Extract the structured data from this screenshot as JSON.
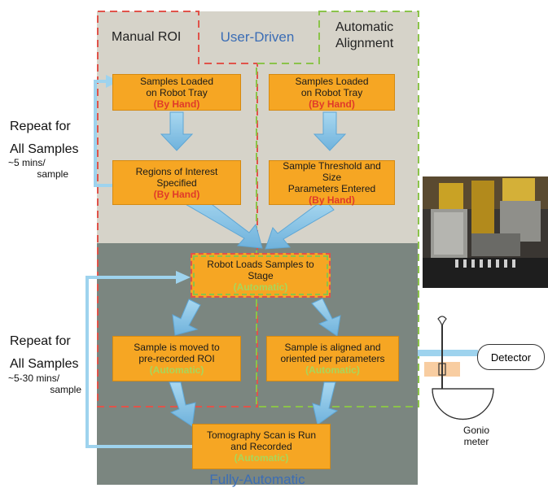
{
  "regions": {
    "manual": "Manual ROI",
    "user_driven": "User-Driven",
    "automatic": [
      "Automatic",
      "Alignment"
    ],
    "fully_automatic": "Fully-Automatic"
  },
  "side_labels": {
    "top": {
      "line1": "Repeat for",
      "line2": "All Samples",
      "time1": "~5 mins/",
      "time2": "sample"
    },
    "bottom": {
      "line1": "Repeat for",
      "line2": "All Samples",
      "time1": "~5-30 mins/",
      "time2": "sample"
    }
  },
  "boxes": {
    "load_manual": {
      "lines": [
        "Samples Loaded",
        "on Robot Tray"
      ],
      "tag": "(By Hand)"
    },
    "load_auto": {
      "lines": [
        "Samples Loaded",
        "on Robot Tray"
      ],
      "tag": "(By Hand)"
    },
    "roi_specified": {
      "lines": [
        "Regions of Interest",
        "Specified"
      ],
      "tag": "(By Hand)"
    },
    "threshold": {
      "lines": [
        "Sample Threshold and Size",
        "Parameters Entered"
      ],
      "tag": "(By Hand)"
    },
    "robot_loads": {
      "lines": [
        "Robot Loads Samples to",
        "Stage"
      ],
      "tag": "(Automatic)"
    },
    "moved_roi": {
      "lines": [
        "Sample is moved to",
        "pre-recorded ROI"
      ],
      "tag": "(Automatic)"
    },
    "aligned": {
      "lines": [
        "Sample is aligned and",
        "oriented per parameters"
      ],
      "tag": "(Automatic)"
    },
    "scan": {
      "lines": [
        "Tomography Scan is Run",
        "and Recorded"
      ],
      "tag": "(Automatic)"
    }
  },
  "apparatus": {
    "detector": "Detector",
    "gonio": [
      "Gonio",
      "meter"
    ]
  },
  "colors": {
    "box": "#f6a623",
    "by_hand": "#e03a2a",
    "automatic": "#a9d65a",
    "user_bg": "#d6d3c9",
    "auto_bg": "#7b8680",
    "arrow": "#8fc7e8",
    "manual_dash": "#e0534a",
    "auto_dash": "#8bc34a",
    "blue_text": "#3b6db5"
  }
}
